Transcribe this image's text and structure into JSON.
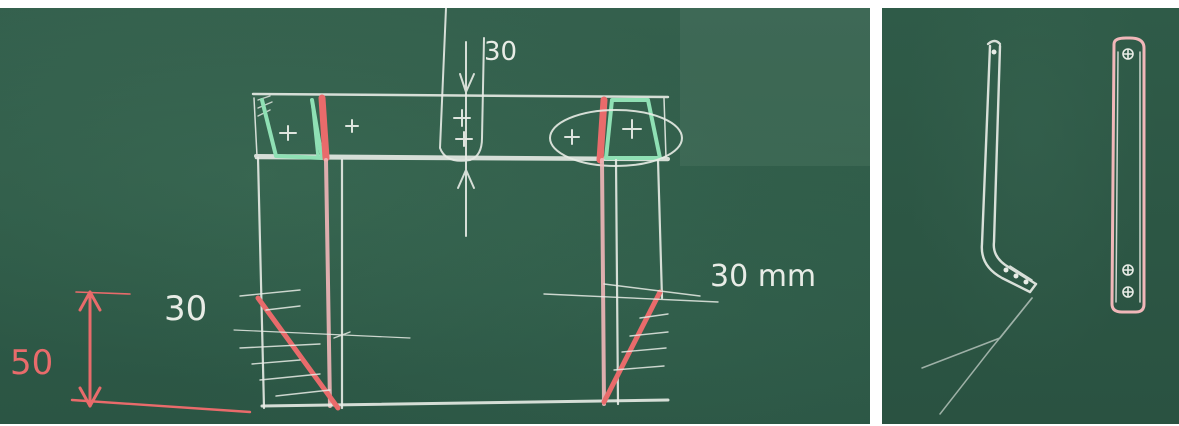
{
  "left_sketch": {
    "dimension_top": "30",
    "dimension_left_angle": "30",
    "dimension_right_angle": "30 mm",
    "dimension_height": "50"
  },
  "colors": {
    "chalkboard": "#2f5a48",
    "chalk_white": "#e8ece6",
    "chalk_red": "#e96b6b",
    "chalk_green": "#8fe0b4",
    "chalk_pink": "#f1b7b9"
  }
}
